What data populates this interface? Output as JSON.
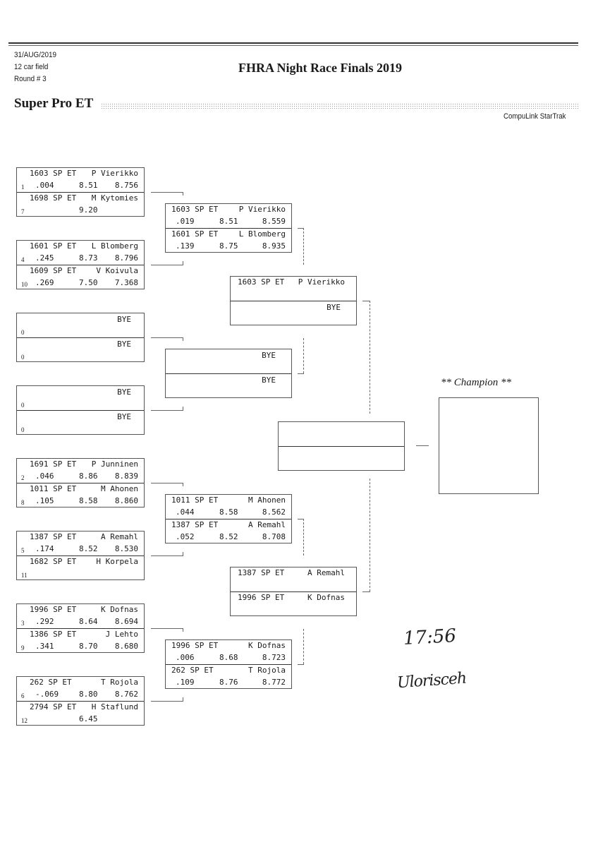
{
  "header": {
    "date": "31/AUG/2019",
    "field": "12 car field",
    "round": "Round # 3",
    "title": "FHRA Night Race Finals 2019",
    "class_name": "Super Pro ET",
    "vendor": "CompuLink StarTrak"
  },
  "round1": [
    {
      "top": {
        "seed": "1",
        "car": "1603 SP ET",
        "driver": "P Vierikko",
        "rt": ".004",
        "dial": "8.51",
        "et": "8.756"
      },
      "bottom": {
        "seed": "7",
        "car": "1698 SP ET",
        "driver": "M Kytomies",
        "rt": "",
        "dial": "9.20",
        "et": ""
      }
    },
    {
      "top": {
        "seed": "4",
        "car": "1601 SP ET",
        "driver": "L Blomberg",
        "rt": ".245",
        "dial": "8.73",
        "et": "8.796"
      },
      "bottom": {
        "seed": "10",
        "car": "1609 SP ET",
        "driver": "V Koivula",
        "rt": ".269",
        "dial": "7.50",
        "et": "7.368"
      }
    },
    {
      "top": {
        "seed": "0",
        "bye": "BYE"
      },
      "bottom": {
        "seed": "0",
        "bye": "BYE"
      }
    },
    {
      "top": {
        "seed": "0",
        "bye": "BYE"
      },
      "bottom": {
        "seed": "0",
        "bye": "BYE"
      }
    },
    {
      "top": {
        "seed": "2",
        "car": "1691 SP ET",
        "driver": "P Junninen",
        "rt": ".046",
        "dial": "8.86",
        "et": "8.839"
      },
      "bottom": {
        "seed": "8",
        "car": "1011 SP ET",
        "driver": "M Ahonen",
        "rt": ".105",
        "dial": "8.58",
        "et": "8.860"
      }
    },
    {
      "top": {
        "seed": "5",
        "car": "1387 SP ET",
        "driver": "A Remahl",
        "rt": ".174",
        "dial": "8.52",
        "et": "8.530"
      },
      "bottom": {
        "seed": "11",
        "car": "1682 SP ET",
        "driver": "H Korpela",
        "rt": "",
        "dial": "",
        "et": ""
      }
    },
    {
      "top": {
        "seed": "3",
        "car": "1996 SP ET",
        "driver": "K Dofnas",
        "rt": ".292",
        "dial": "8.64",
        "et": "8.694"
      },
      "bottom": {
        "seed": "9",
        "car": "1386 SP ET",
        "driver": "J Lehto",
        "rt": ".341",
        "dial": "8.70",
        "et": "8.680"
      }
    },
    {
      "top": {
        "seed": "6",
        "car": "262 SP ET",
        "driver": "T Rojola",
        "rt": "-.069",
        "dial": "8.80",
        "et": "8.762"
      },
      "bottom": {
        "seed": "12",
        "car": "2794 SP ET",
        "driver": "H Staflund",
        "rt": "",
        "dial": "6.45",
        "et": ""
      }
    }
  ],
  "round2": [
    {
      "top": {
        "car": "1603 SP ET",
        "driver": "P Vierikko",
        "rt": ".019",
        "dial": "8.51",
        "et": "8.559"
      },
      "bottom": {
        "car": "1601 SP ET",
        "driver": "L Blomberg",
        "rt": ".139",
        "dial": "8.75",
        "et": "8.935"
      }
    },
    {
      "top": {
        "bye": "BYE"
      },
      "bottom": {
        "bye": "BYE"
      }
    },
    {
      "top": {
        "car": "1011 SP ET",
        "driver": "M Ahonen",
        "rt": ".044",
        "dial": "8.58",
        "et": "8.562"
      },
      "bottom": {
        "car": "1387 SP ET",
        "driver": "A Remahl",
        "rt": ".052",
        "dial": "8.52",
        "et": "8.708"
      }
    },
    {
      "top": {
        "car": "1996 SP ET",
        "driver": "K Dofnas",
        "rt": ".006",
        "dial": "8.68",
        "et": "8.723"
      },
      "bottom": {
        "car": "262 SP ET",
        "driver": "T Rojola",
        "rt": ".109",
        "dial": "8.76",
        "et": "8.772"
      }
    }
  ],
  "round3": [
    {
      "top": {
        "car": "1603 SP ET",
        "driver": "P Vierikko"
      },
      "bottom": {
        "bye": "BYE"
      }
    },
    {
      "top": {
        "car": "1387 SP ET",
        "driver": "A Remahl"
      },
      "bottom": {
        "car": "1996 SP ET",
        "driver": "K Dofnas"
      }
    }
  ],
  "champion": {
    "label": "** Champion **"
  },
  "handwriting": {
    "time": "17:56",
    "signature": "Ulorisceh"
  }
}
